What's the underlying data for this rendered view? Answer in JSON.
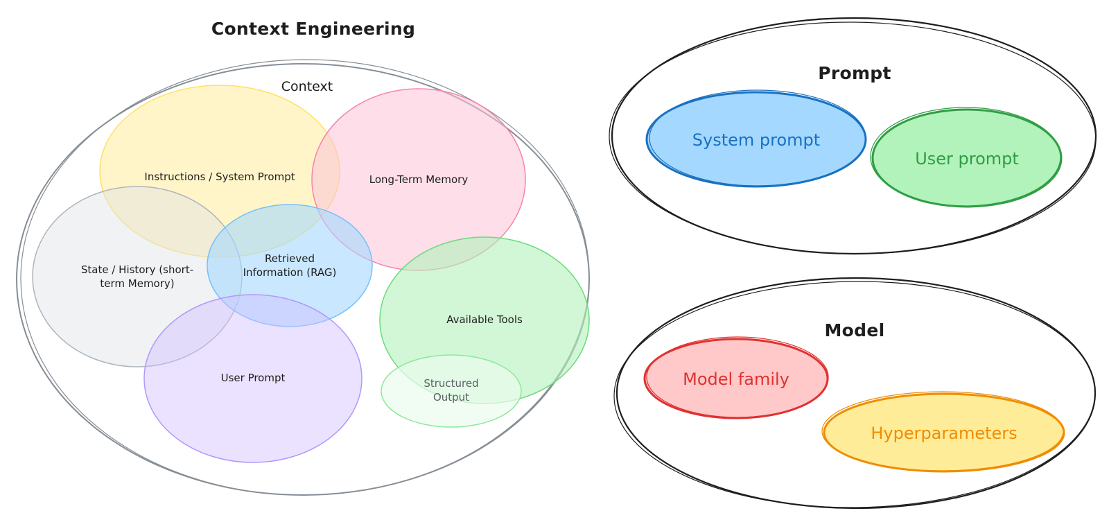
{
  "context_engineering": {
    "title": "Context Engineering",
    "context_label": "Context",
    "regions": {
      "instructions": "Instructions / System Prompt",
      "long_term_memory": "Long-Term Memory",
      "state_history_line1": "State / History (short-",
      "state_history_line2": "term Memory)",
      "retrieved_line1": "Retrieved",
      "retrieved_line2": "Information (RAG)",
      "available_tools": "Available Tools",
      "user_prompt": "User Prompt",
      "structured_output_line1": "Structured",
      "structured_output_line2": "Output"
    }
  },
  "prompt": {
    "title": "Prompt",
    "system_prompt": "System prompt",
    "user_prompt": "User prompt"
  },
  "model": {
    "title": "Model",
    "model_family": "Model family",
    "hyperparameters": "Hyperparameters"
  },
  "colors": {
    "instructions_fill": "#fff3bf",
    "long_term_fill": "#ffd8e8",
    "state_fill": "#e9ecef",
    "retrieved_fill": "#a5d8ff",
    "tools_fill": "#b2f2bb",
    "user_prompt_fill": "#e5dbff",
    "system_prompt_stroke": "#1971c2",
    "user_prompt_stroke": "#2f9e44",
    "model_family_stroke": "#e03131",
    "hyperparameters_stroke": "#f08c00"
  }
}
